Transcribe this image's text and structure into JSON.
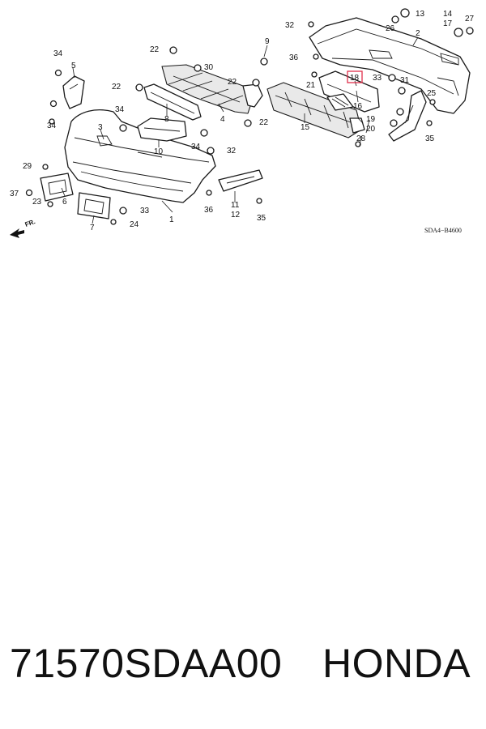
{
  "diagram": {
    "highlight_color": "#e0304a",
    "diagram_code": "SDA4−B4600",
    "direction_label": "FR.",
    "callouts": [
      "1",
      "2",
      "3",
      "4",
      "5",
      "6",
      "7",
      "8",
      "9",
      "10",
      "11",
      "12",
      "13",
      "14",
      "15",
      "16",
      "17",
      "18",
      "19",
      "20",
      "21",
      "22",
      "23",
      "24",
      "25",
      "26",
      "27",
      "28",
      "29",
      "30",
      "31",
      "32",
      "33",
      "34",
      "35",
      "36",
      "37"
    ],
    "highlighted_callout": "18"
  },
  "footer": {
    "part_number": "71570SDAA00",
    "brand": "HONDA"
  }
}
